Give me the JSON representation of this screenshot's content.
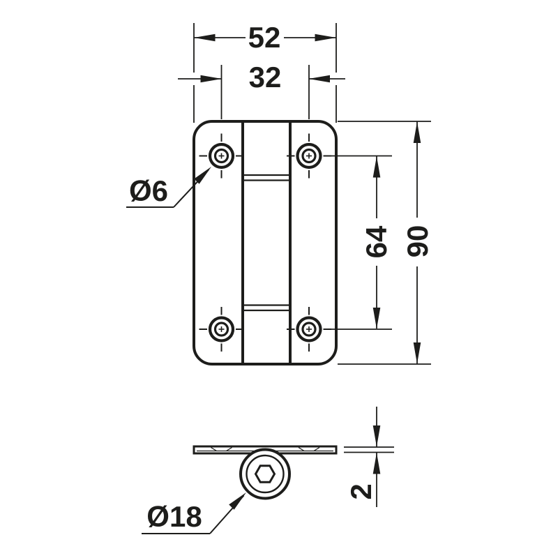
{
  "colors": {
    "line": "#1d1d1b",
    "background": "#ffffff"
  },
  "drawing": {
    "type": "technical-dimension-drawing",
    "dimensions": {
      "outer_width": "52",
      "hole_spacing_width": "32",
      "screw_hole_diameter": "Ø6",
      "hole_spacing_height": "64",
      "outer_height": "90",
      "roller_diameter": "Ø18",
      "plate_thickness": "2"
    }
  }
}
